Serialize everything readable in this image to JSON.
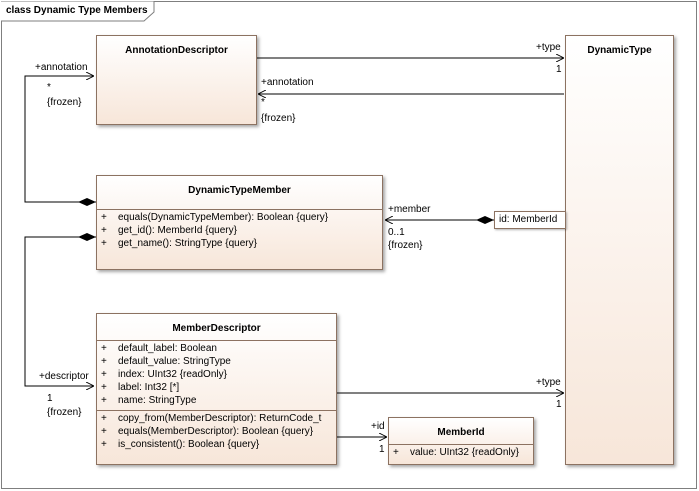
{
  "frame": {
    "title": "class Dynamic Type Members"
  },
  "classes": {
    "annotation_descriptor": {
      "name": "AnnotationDescriptor"
    },
    "dynamic_type": {
      "name": "DynamicType"
    },
    "dynamic_type_member": {
      "name": "DynamicTypeMember",
      "operations": [
        {
          "vis": "+",
          "text": "equals(DynamicTypeMember): Boolean {query}"
        },
        {
          "vis": "+",
          "text": "get_id(): MemberId {query}"
        },
        {
          "vis": "+",
          "text": "get_name(): StringType {query}"
        }
      ]
    },
    "member_descriptor": {
      "name": "MemberDescriptor",
      "attributes": [
        {
          "vis": "+",
          "text": "default_label: Boolean"
        },
        {
          "vis": "+",
          "text": "default_value: StringType"
        },
        {
          "vis": "+",
          "text": "index: UInt32 {readOnly}"
        },
        {
          "vis": "+",
          "text": "label: Int32 [*]"
        },
        {
          "vis": "+",
          "text": "name: StringType"
        }
      ],
      "operations": [
        {
          "vis": "+",
          "text": "copy_from(MemberDescriptor): ReturnCode_t"
        },
        {
          "vis": "+",
          "text": "equals(MemberDescriptor): Boolean {query}"
        },
        {
          "vis": "+",
          "text": "is_consistent(): Boolean {query}"
        }
      ]
    },
    "member_id": {
      "name": "MemberId",
      "attributes": [
        {
          "vis": "+",
          "text": "value: UInt32 {readOnly}"
        }
      ]
    }
  },
  "qualifier": {
    "text": "id: MemberId"
  },
  "labels": {
    "ad_type_role": "+type",
    "ad_type_mult": "1",
    "dt_annotation_role": "+annotation",
    "dt_annotation_mult": "*",
    "dt_annotation_frozen": "{frozen}",
    "dtm_annotation_role": "+annotation",
    "dtm_annotation_mult": "*",
    "dtm_annotation_frozen": "{frozen}",
    "member_role": "+member",
    "member_mult": "0..1",
    "member_frozen": "{frozen}",
    "descriptor_role": "+descriptor",
    "descriptor_mult": "1",
    "descriptor_frozen": "{frozen}",
    "md_type_role": "+type",
    "md_type_mult": "1",
    "id_role": "+id",
    "id_mult": "1"
  }
}
